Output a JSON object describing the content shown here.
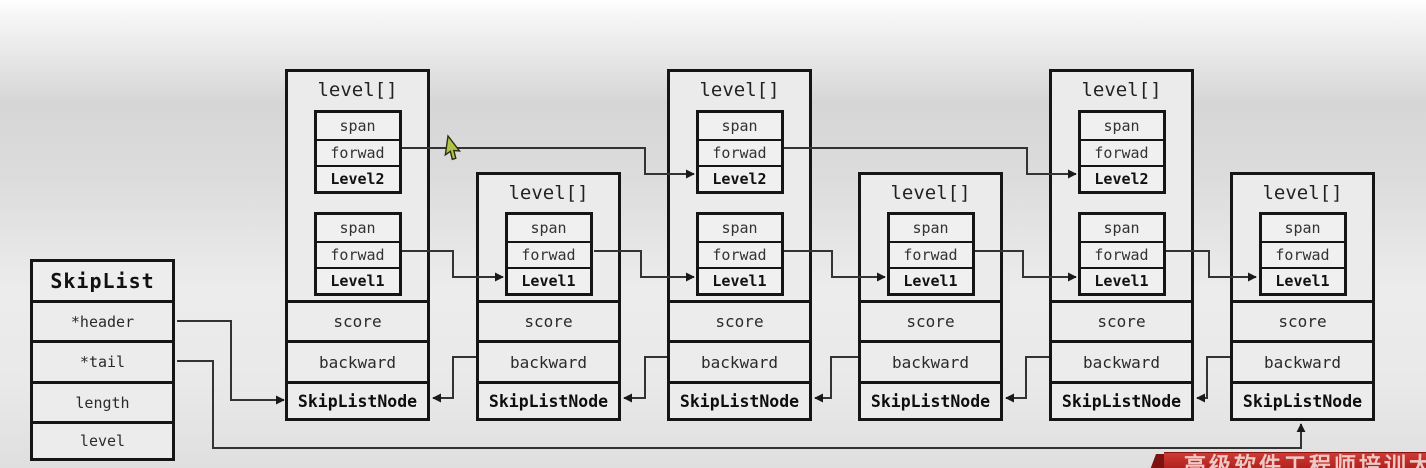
{
  "skiplist": {
    "title": "SkipList",
    "fields": [
      "*header",
      "*tail",
      "length",
      "level"
    ]
  },
  "nodes": [
    {
      "level_label": "level[]",
      "levels": [
        {
          "span": "span",
          "forwad": "forwad",
          "name": "Level2"
        },
        {
          "span": "span",
          "forwad": "forwad",
          "name": "Level1"
        }
      ],
      "score": "score",
      "backward": "backward",
      "node_label": "SkipListNode"
    },
    {
      "level_label": "level[]",
      "levels": [
        {
          "span": "span",
          "forwad": "forwad",
          "name": "Level1"
        }
      ],
      "score": "score",
      "backward": "backward",
      "node_label": "SkipListNode"
    },
    {
      "level_label": "level[]",
      "levels": [
        {
          "span": "span",
          "forwad": "forwad",
          "name": "Level2"
        },
        {
          "span": "span",
          "forwad": "forwad",
          "name": "Level1"
        }
      ],
      "score": "score",
      "backward": "backward",
      "node_label": "SkipListNode"
    },
    {
      "level_label": "level[]",
      "levels": [
        {
          "span": "span",
          "forwad": "forwad",
          "name": "Level1"
        }
      ],
      "score": "score",
      "backward": "backward",
      "node_label": "SkipListNode"
    },
    {
      "level_label": "level[]",
      "levels": [
        {
          "span": "span",
          "forwad": "forwad",
          "name": "Level2"
        },
        {
          "span": "span",
          "forwad": "forwad",
          "name": "Level1"
        }
      ],
      "score": "score",
      "backward": "backward",
      "node_label": "SkipListNode"
    },
    {
      "level_label": "level[]",
      "levels": [
        {
          "span": "span",
          "forwad": "forwad",
          "name": "Level1"
        }
      ],
      "score": "score",
      "backward": "backward",
      "node_label": "SkipListNode"
    }
  ],
  "banner": {
    "text": "高级软件工程师培训大厂"
  },
  "colors": {
    "banner_red": "#b32421",
    "banner_fold_red": "#7d1211",
    "line": "#333333",
    "box_border": "#151515",
    "cursor_fill": "#b1c24a"
  }
}
